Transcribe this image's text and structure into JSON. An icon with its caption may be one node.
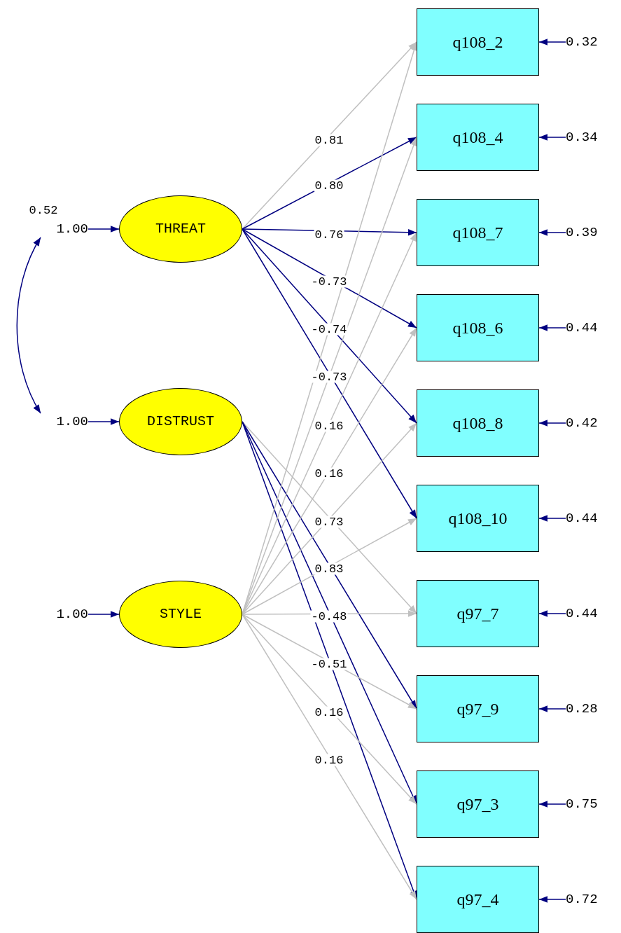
{
  "diagram": {
    "nodes": [
      {
        "text": [
          "THREAT"
        ]
      },
      {
        "text": [
          "DISTRUST"
        ]
      },
      {
        "text": [
          "STYLE"
        ]
      },
      {
        "text": [
          "q108_2"
        ]
      },
      {
        "text": [
          "q108_4"
        ]
      },
      {
        "text": [
          "q108_7"
        ]
      },
      {
        "text": [
          "q108_6"
        ]
      },
      {
        "text": [
          "q108_8"
        ]
      },
      {
        "text": [
          "q108_10"
        ]
      },
      {
        "text": [
          "q97_7"
        ]
      },
      {
        "text": [
          "q97_9"
        ]
      },
      {
        "text": [
          "q97_3"
        ]
      },
      {
        "text": [
          "q97_4"
        ]
      },
      {
        "text": [
          "0.32"
        ]
      },
      {
        "text": [
          "0.34"
        ]
      },
      {
        "text": [
          "0.39"
        ]
      },
      {
        "text": [
          "0.44"
        ]
      },
      {
        "text": [
          "0.42"
        ]
      },
      {
        "text": [
          "0.44"
        ]
      },
      {
        "text": [
          "0.44"
        ]
      },
      {
        "text": [
          "0.28"
        ]
      },
      {
        "text": [
          "0.75"
        ]
      },
      {
        "text": [
          "0.72"
        ]
      },
      {
        "text": [
          "1.00"
        ]
      },
      {
        "text": [
          "1.00"
        ]
      },
      {
        "text": [
          "1.00"
        ]
      }
    ],
    "edges": [
      {
        "from": 0,
        "to": 3,
        "arrow": "to",
        "label": "0.81",
        "color": "#c0c0c0"
      },
      {
        "from": 0,
        "to": 4,
        "arrow": "to",
        "label": "0.80"
      },
      {
        "from": 0,
        "to": 5,
        "arrow": "to",
        "label": "0.76"
      },
      {
        "from": 0,
        "to": 6,
        "arrow": "to",
        "label": "-0.73"
      },
      {
        "from": 0,
        "to": 7,
        "arrow": "to",
        "label": "-0.74"
      },
      {
        "from": 0,
        "to": 8,
        "arrow": "to",
        "label": "-0.73"
      },
      {
        "from": 1,
        "to": 9,
        "arrow": "to",
        "label": "0.73",
        "color": "#c0c0c0"
      },
      {
        "from": 1,
        "to": 10,
        "arrow": "to",
        "label": "0.83"
      },
      {
        "from": 1,
        "to": 11,
        "arrow": "to",
        "label": "-0.48"
      },
      {
        "from": 1,
        "to": 12,
        "arrow": "to",
        "label": "-0.51"
      },
      {
        "from": 2,
        "to": 3,
        "arrow": "to",
        "color": "#c0c0c0"
      },
      {
        "from": 2,
        "to": 4,
        "arrow": "to",
        "color": "#c0c0c0"
      },
      {
        "from": 2,
        "to": 5,
        "arrow": "to",
        "label": "0.16",
        "color": "#c0c0c0"
      },
      {
        "from": 2,
        "to": 6,
        "arrow": "to",
        "label": "0.16",
        "color": "#c0c0c0"
      },
      {
        "from": 2,
        "to": 7,
        "arrow": "to",
        "color": "#c0c0c0"
      },
      {
        "from": 2,
        "to": 8,
        "arrow": "to",
        "color": "#c0c0c0"
      },
      {
        "from": 2,
        "to": 9,
        "arrow": "to",
        "color": "#c0c0c0"
      },
      {
        "from": 2,
        "to": 10,
        "arrow": "to",
        "color": "#c0c0c0"
      },
      {
        "from": 2,
        "to": 11,
        "arrow": "to",
        "label": "0.16",
        "color": "#c0c0c0"
      },
      {
        "from": 2,
        "to": 12,
        "arrow": "to",
        "label": "0.16",
        "color": "#c0c0c0"
      },
      {
        "from": 13,
        "to": 3,
        "arrow": "to"
      },
      {
        "from": 14,
        "to": 4,
        "arrow": "to"
      },
      {
        "from": 15,
        "to": 5,
        "arrow": "to"
      },
      {
        "from": 16,
        "to": 6,
        "arrow": "to"
      },
      {
        "from": 17,
        "to": 7,
        "arrow": "to"
      },
      {
        "from": 18,
        "to": 8,
        "arrow": "to"
      },
      {
        "from": 19,
        "to": 9,
        "arrow": "to"
      },
      {
        "from": 20,
        "to": 10,
        "arrow": "to"
      },
      {
        "from": 21,
        "to": 11,
        "arrow": "to"
      },
      {
        "from": 22,
        "to": 12,
        "arrow": "to"
      },
      {
        "from": 23,
        "to": 0,
        "arrow": "to"
      },
      {
        "from": 24,
        "to": 1,
        "arrow": "to"
      },
      {
        "from": 25,
        "to": 2,
        "arrow": "to"
      },
      {
        "from": 23,
        "to": 24,
        "arrow": "both",
        "label": "0.52"
      }
    ]
  }
}
